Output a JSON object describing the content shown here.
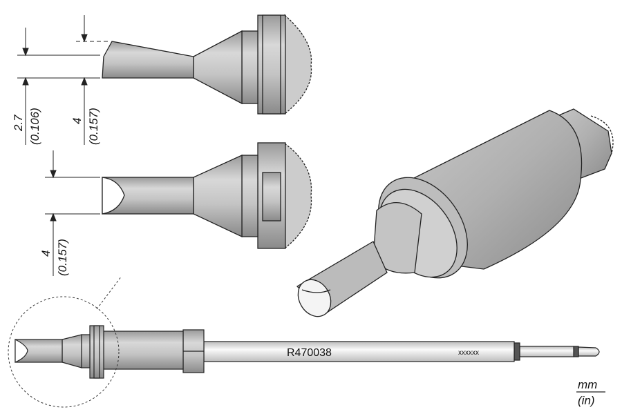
{
  "dimensions": {
    "top_width_mm": "2.7",
    "top_width_in": "(0.106)",
    "top_height_mm": "4",
    "top_height_in": "(0.157)",
    "middle_width_mm": "4",
    "middle_width_in": "(0.157)"
  },
  "part_number": "R470038",
  "serial_marking": "xxxxxx",
  "units": {
    "primary": "mm",
    "secondary": "(in)"
  }
}
